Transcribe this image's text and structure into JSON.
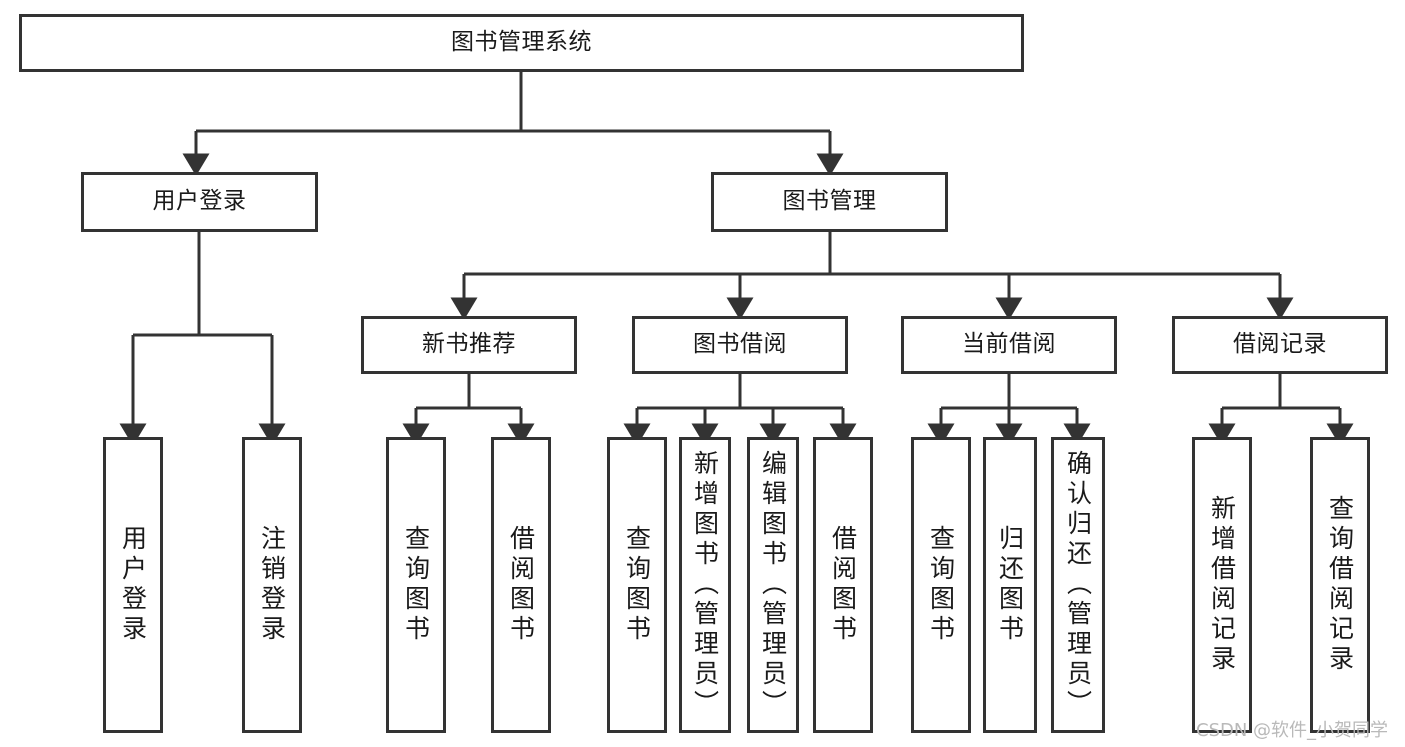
{
  "diagram": {
    "title": "图书管理系统",
    "root": {
      "label": "图书管理系统"
    },
    "level2": [
      {
        "label": "用户登录"
      },
      {
        "label": "图书管理"
      }
    ],
    "level3": [
      {
        "label": "新书推荐"
      },
      {
        "label": "图书借阅"
      },
      {
        "label": "当前借阅"
      },
      {
        "label": "借阅记录"
      }
    ],
    "leaves": {
      "user_login": [
        {
          "label": "用户登录"
        },
        {
          "label": "注销登录"
        }
      ],
      "new_book_recommend": [
        {
          "label": "查询图书"
        },
        {
          "label": "借阅图书"
        }
      ],
      "book_borrow": [
        {
          "label": "查询图书"
        },
        {
          "label": "新增图书（管理员）"
        },
        {
          "label": "编辑图书（管理员）"
        },
        {
          "label": "借阅图书"
        }
      ],
      "current_borrow": [
        {
          "label": "查询图书"
        },
        {
          "label": "归还图书"
        },
        {
          "label": "确认归还（管理员）"
        }
      ],
      "borrow_record": [
        {
          "label": "新增借阅记录"
        },
        {
          "label": "查询借阅记录"
        }
      ]
    }
  },
  "watermark": {
    "text": "CSDN @软件_小贺同学"
  },
  "colors": {
    "stroke": "#333333",
    "background": "#ffffff",
    "text": "#1a1a1a",
    "watermark": "#b9b9b9"
  }
}
